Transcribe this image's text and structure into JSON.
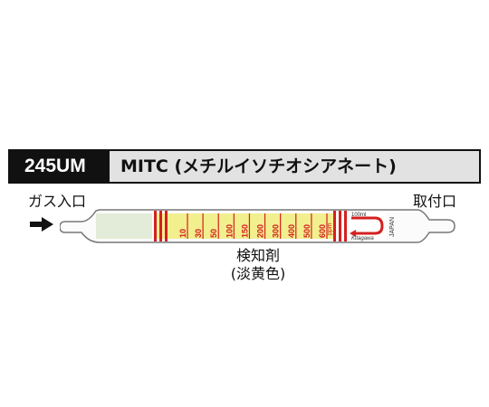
{
  "header": {
    "code": "245UM",
    "gas_name": "MITC (メチルイソチオシアネート)"
  },
  "flow": {
    "inlet_label": "ガス入口",
    "outlet_label": "取付口"
  },
  "tube": {
    "scale_marks": [
      "10",
      "30",
      "50",
      "100",
      "150",
      "200",
      "300",
      "400",
      "500",
      "600"
    ],
    "unit": "ppm",
    "volume": "100ml",
    "country": "JAPAN",
    "brand": "Kitagawa",
    "reagent_color": "#f2ef8e",
    "mark_color": "#d42020"
  },
  "reagent": {
    "name": "検知剤",
    "color_note": "(淡黄色)"
  }
}
